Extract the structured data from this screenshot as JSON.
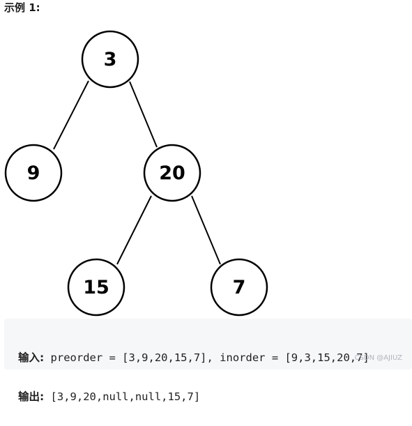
{
  "title": "示例 1:",
  "tree": {
    "nodes": [
      {
        "id": "n3",
        "label": "3"
      },
      {
        "id": "n9",
        "label": "9"
      },
      {
        "id": "n20",
        "label": "20"
      },
      {
        "id": "n15",
        "label": "15"
      },
      {
        "id": "n7",
        "label": "7"
      }
    ],
    "edges": [
      {
        "from": "3",
        "to": "9"
      },
      {
        "from": "3",
        "to": "20"
      },
      {
        "from": "20",
        "to": "15"
      },
      {
        "from": "20",
        "to": "7"
      }
    ]
  },
  "code": {
    "input_label": "输入:",
    "input_value": " preorder = [3,9,20,15,7], inorder = [9,3,15,20,7]",
    "output_label": "输出:",
    "output_value": " [3,9,20,null,null,15,7]"
  },
  "watermark": "CSDN @AJIUZ"
}
